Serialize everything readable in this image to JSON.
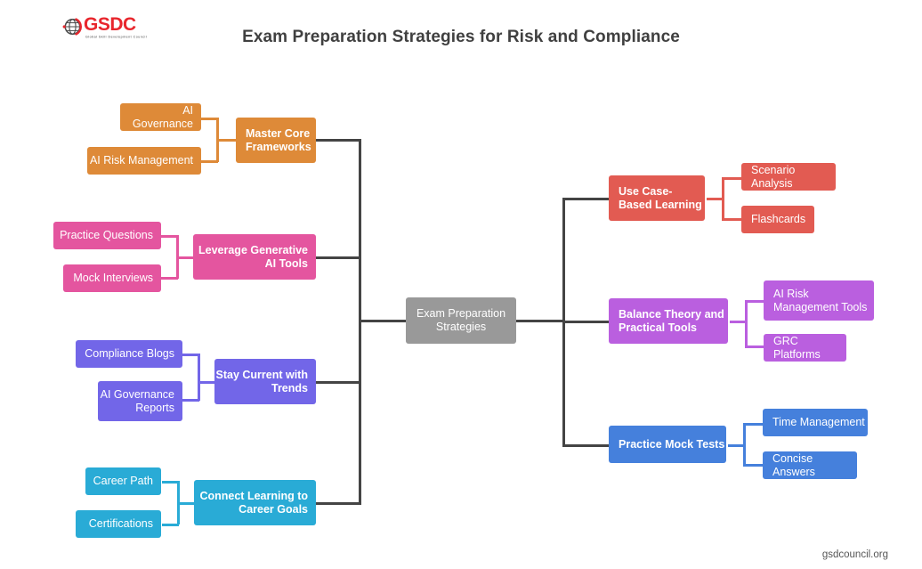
{
  "header": {
    "logo_word": "GSDC",
    "logo_tagline": "Global Skill Development Council",
    "logo_icon": "globe-icon",
    "title": "Exam Preparation Strategies for Risk and Compliance"
  },
  "footer": {
    "url": "gsdcouncil.org"
  },
  "center": {
    "label": "Exam Preparation Strategies",
    "color": "#999999"
  },
  "colors": {
    "orange": "#DE8A38",
    "pink": "#E4559F",
    "purple": "#7266E8",
    "cyan": "#29ABD6",
    "red": "#E25B52",
    "violet": "#BA5FDF",
    "blue": "#4580DC",
    "spine": "#444444",
    "center": "#999999",
    "brand_red": "#E8262D",
    "title": "#404040"
  },
  "branches": {
    "left": [
      {
        "id": "master-core-frameworks",
        "label": "Master Core Frameworks",
        "color": "#DE8A38",
        "leaves": [
          {
            "id": "ai-governance",
            "label": "AI Governance"
          },
          {
            "id": "ai-risk-management",
            "label": "AI Risk Management"
          }
        ]
      },
      {
        "id": "leverage-generative-ai-tools",
        "label": "Leverage Generative AI Tools",
        "color": "#E4559F",
        "leaves": [
          {
            "id": "practice-questions",
            "label": "Practice Questions"
          },
          {
            "id": "mock-interviews",
            "label": "Mock Interviews"
          }
        ]
      },
      {
        "id": "stay-current-with-trends",
        "label": "Stay Current with Trends",
        "color": "#7266E8",
        "leaves": [
          {
            "id": "compliance-blogs",
            "label": "Compliance Blogs"
          },
          {
            "id": "ai-governance-reports",
            "label": "AI Governance Reports"
          }
        ]
      },
      {
        "id": "connect-learning-to-career-goals",
        "label": "Connect Learning to Career Goals",
        "color": "#29ABD6",
        "leaves": [
          {
            "id": "career-path",
            "label": "Career Path"
          },
          {
            "id": "certifications",
            "label": "Certifications"
          }
        ]
      }
    ],
    "right": [
      {
        "id": "use-case-based-learning",
        "label": "Use Case-Based Learning",
        "color": "#E25B52",
        "leaves": [
          {
            "id": "scenario-analysis",
            "label": "Scenario Analysis"
          },
          {
            "id": "flashcards",
            "label": "Flashcards"
          }
        ]
      },
      {
        "id": "balance-theory-and-practical-tools",
        "label": "Balance Theory and Practical Tools",
        "color": "#BA5FDF",
        "leaves": [
          {
            "id": "ai-risk-management-tools",
            "label": "AI Risk Management Tools"
          },
          {
            "id": "grc-platforms",
            "label": "GRC Platforms"
          }
        ]
      },
      {
        "id": "practice-mock-tests",
        "label": "Practice Mock Tests",
        "color": "#4580DC",
        "leaves": [
          {
            "id": "time-management",
            "label": "Time Management"
          },
          {
            "id": "concise-answers",
            "label": "Concise Answers"
          }
        ]
      }
    ]
  }
}
